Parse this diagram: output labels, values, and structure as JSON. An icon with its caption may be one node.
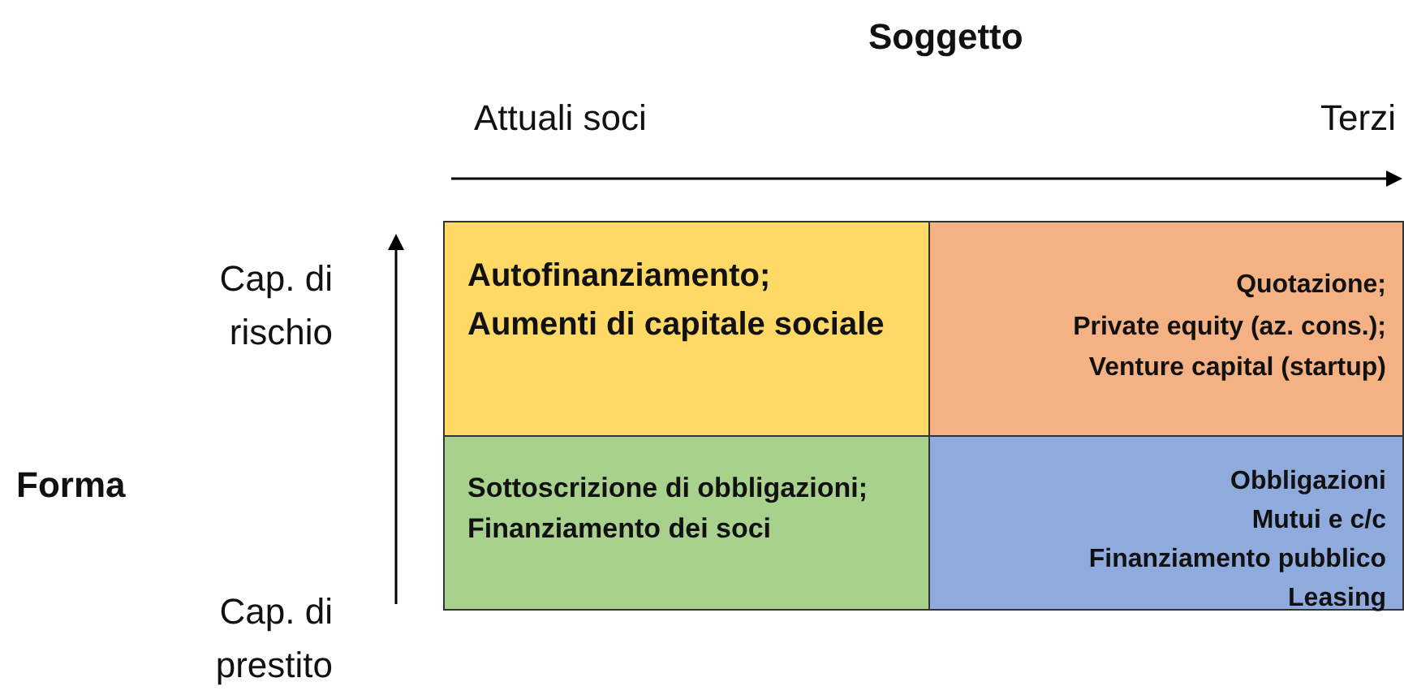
{
  "diagram": {
    "nodes": [
      {
        "text": [
          "Autofinanziamento; Aumenti di capitale sociale"
        ]
      },
      {
        "text": [
          "Quotazione;",
          "Private equity (az. cons.);",
          "Venture capital (startup)"
        ]
      },
      {
        "text": [
          "Sottoscrizione di obbligazioni; Finanziamento dei soci"
        ]
      },
      {
        "text": [
          "Obbligazioni",
          "Mutui e c/c",
          "Finanziamento pubblico",
          "Leasing"
        ]
      }
    ],
    "edges": [],
    "labels": [
      "Soggetto",
      "Attuali soci",
      "Terzi",
      "Cap. di rischio",
      "Forma",
      "Cap. di prestito"
    ]
  }
}
